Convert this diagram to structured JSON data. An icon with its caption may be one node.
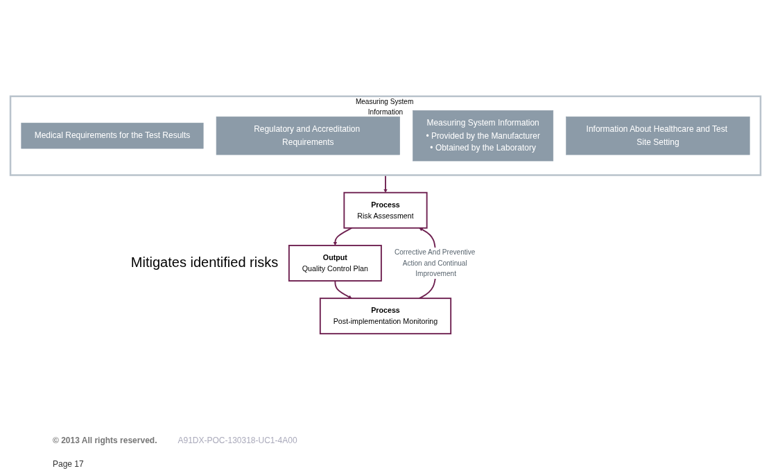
{
  "diagram": {
    "nodes": [
      {
        "text": [
          "Measuring System Information"
        ]
      },
      {
        "text": [
          "Medical Requirements for the Test Results"
        ],
        "in": 0
      },
      {
        "text": [
          "Regulatory and Accreditation Requirements"
        ],
        "in": 0
      },
      {
        "text": [
          "Measuring System Information",
          "• Provided by the Manufacturer",
          "• Obtained by the Laboratory"
        ],
        "in": 0
      },
      {
        "text": [
          "Information About Healthcare and Test Site Setting"
        ],
        "in": 0
      },
      {
        "text": [
          "Process",
          "Risk Assessment"
        ]
      },
      {
        "text": [
          "Output",
          "Quality Control Plan"
        ],
        "beside": [
          "Mitigates identified risks"
        ]
      },
      {
        "text": [
          "Process",
          "Post-implementation Monitoring"
        ]
      }
    ],
    "edges": [
      {
        "from": 0,
        "to": 5,
        "arrow": "to"
      },
      {
        "from": 5,
        "to": 6,
        "arrow": "to"
      },
      {
        "from": 6,
        "to": 7,
        "arrow": "to"
      },
      {
        "from": 7,
        "to": 5,
        "arrow": "to",
        "label": "Corrective And Preventive Action and Continual Improvement"
      }
    ],
    "labels": [
      "© 2013 All rights reserved.",
      "A91DX-POC-130318-UC1-4A00",
      "Page 17"
    ]
  }
}
